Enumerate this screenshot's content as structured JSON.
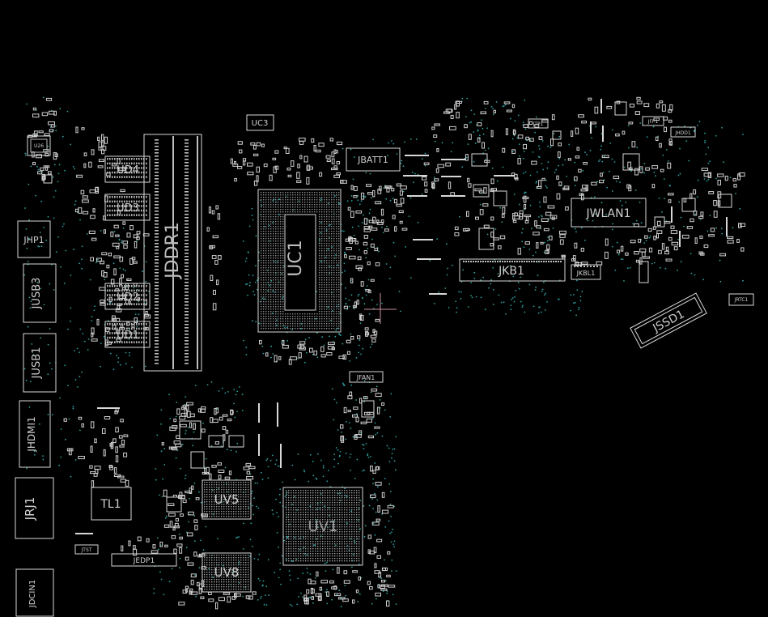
{
  "view": {
    "background": "#000000",
    "outline_color": "#d8d8d8",
    "pad_color": "#bdbdbd",
    "via_color": "#2f9f9f",
    "cursor_color": "#c98fa0"
  },
  "labels": {
    "UD4": "UD4",
    "UD3": "UD3",
    "UD2": "UD2",
    "UD1": "UD1",
    "JDDR1": "JDDR1",
    "UC3": "UC3",
    "UC1": "UC1",
    "JBATT1": "JBATT1",
    "JWLAN1": "JWLAN1",
    "JKB1": "JKB1",
    "JKBL1": "JKBL1",
    "JSSD1": "JSSD1",
    "JTP1": "JTP1",
    "JFP1": "JFP1",
    "JHDD1": "JHDD1",
    "JRTC1": "JRTC1",
    "JFAN1": "JFAN1",
    "JHP1": "JHP1",
    "JUSB3": "JUSB3",
    "JUSB1": "JUSB1",
    "JHDMI1": "JHDMI1",
    "JRJ1": "JRJ1",
    "JDCIN1": "JDCIN1",
    "TL1": "TL1",
    "UV5": "UV5",
    "UV8": "UV8",
    "UV1": "UV1",
    "JEDP1": "JEDP1",
    "JTST": "JTST",
    "U26": "U26"
  }
}
